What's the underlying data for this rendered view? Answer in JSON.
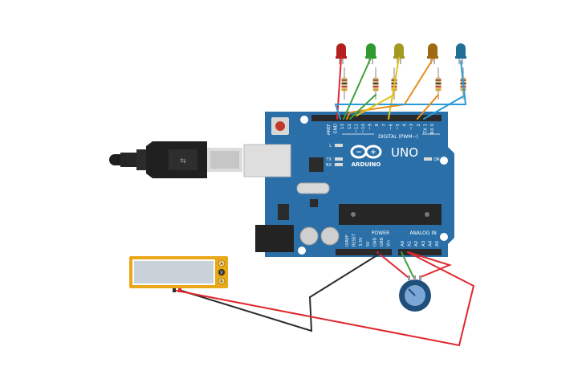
{
  "board": {
    "logo_text": "ARDUINO",
    "model": "UNO",
    "digital_header_label": "DIGITAL (PWM~)",
    "power_label": "POWER",
    "analog_label": "ANALOG IN",
    "on_label": "ON",
    "led_l_label": "L",
    "tx_label": "TX",
    "rx_label": "RX",
    "digital_pins": [
      "AREF",
      "GND",
      "13",
      "12",
      "~11",
      "~10",
      "~9",
      "8",
      "7",
      "~6",
      "~5",
      "4",
      "~3",
      "2",
      "TX 1",
      "RX 0"
    ],
    "power_pins": [
      "IOREF",
      "RESET",
      "3.3V",
      "5V",
      "GND",
      "GND",
      "Vin"
    ],
    "analog_pins": [
      "A0",
      "A1",
      "A2",
      "A3",
      "A4",
      "A5"
    ]
  },
  "leds": [
    {
      "color_name": "red",
      "hex": "#b41f1f"
    },
    {
      "color_name": "green",
      "hex": "#2f9a2f"
    },
    {
      "color_name": "yellow",
      "hex": "#a39a22"
    },
    {
      "color_name": "orange",
      "hex": "#a06a14"
    },
    {
      "color_name": "blue",
      "hex": "#1f6f96"
    }
  ],
  "multimeter": {
    "display": "",
    "mode_labels": [
      "A",
      "V",
      "R"
    ]
  },
  "colors": {
    "board": "#2a6fa8",
    "wire_red": "#e0262c",
    "wire_black": "#2b2b2b",
    "wire_green": "#3ea13a",
    "wire_yellow": "#e2c21a",
    "wire_orange": "#e88c1c",
    "wire_blue": "#2a9ad6",
    "multimeter_body": "#e9a817"
  }
}
